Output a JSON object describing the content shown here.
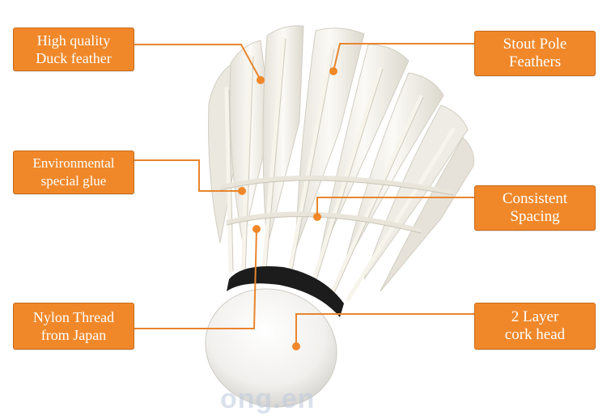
{
  "callouts": {
    "duck_feather": {
      "line1": "High quality",
      "line2": "Duck feather"
    },
    "glue": {
      "line1": "Environmental",
      "line2": "special glue"
    },
    "nylon": {
      "line1": "Nylon Thread",
      "line2": "from Japan"
    },
    "stout_pole": {
      "line1": "Stout Pole",
      "line2": "Feathers"
    },
    "spacing": {
      "line1": "Consistent",
      "line2": "Spacing"
    },
    "cork": {
      "line1": "2 Layer",
      "line2": "cork head"
    }
  },
  "watermark": "ong.en",
  "colors": {
    "callout_fill": "#f0882a",
    "leader_line": "#e8852d",
    "feather": "#f3f1ea",
    "cork_band": "#1c1c1c"
  }
}
